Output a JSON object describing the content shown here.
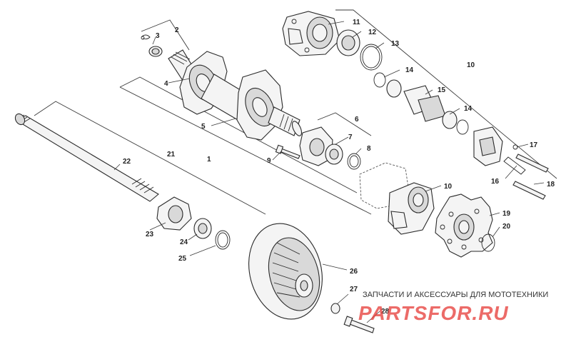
{
  "diagram": {
    "callouts": [
      "2",
      "3",
      "4",
      "5",
      "1",
      "6",
      "7",
      "8",
      "9",
      "10",
      "11",
      "12",
      "13",
      "14",
      "15",
      "14",
      "10",
      "16",
      "17",
      "18",
      "19",
      "20",
      "21",
      "22",
      "23",
      "24",
      "25",
      "26",
      "27",
      "28"
    ],
    "watermark": {
      "tagline": "ЗАПЧАСТИ И АКСЕССУАРЫ ДЛЯ МОТОТЕХНИКИ",
      "logo": "PARTSFOR.RU",
      "logo_color": "#e53935"
    },
    "colors": {
      "line": "#2a2a2a",
      "background": "#ffffff"
    }
  }
}
